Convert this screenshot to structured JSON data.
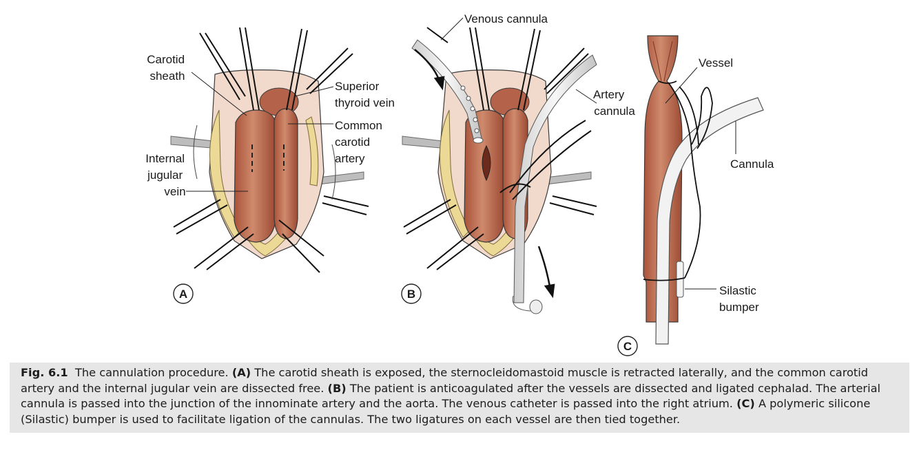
{
  "figure": {
    "panels": [
      "A",
      "B",
      "C"
    ],
    "labels": {
      "carotid_sheath": [
        "Carotid",
        "sheath"
      ],
      "superior_thyroid_vein": [
        "Superior",
        "thyroid vein"
      ],
      "common_carotid_artery": [
        "Common",
        "carotid",
        "artery"
      ],
      "internal_jugular_vein": [
        "Internal",
        "jugular",
        "vein"
      ],
      "venous_cannula": "Venous cannula",
      "artery_cannula": [
        "Artery",
        "cannula"
      ],
      "vessel": "Vessel",
      "cannula": "Cannula",
      "silastic_bumper": [
        "Silastic",
        "bumper"
      ]
    }
  },
  "caption": {
    "fig_label": "Fig. 6.1",
    "title": "The cannulation procedure.",
    "a_label": "(A)",
    "a_text": "The carotid sheath is exposed, the sternocleidomastoid muscle is retracted laterally, and the common carotid artery and the internal jugular vein are dissected free.",
    "b_label": "(B)",
    "b_text": "The patient is anticoagulated after the vessels are dissected and ligated cephalad. The arterial cannula is passed into the junction of the innominate artery and the aorta. The venous catheter is passed into the right atrium.",
    "c_label": "(C)",
    "c_text": "A polymeric silicone (Silastic) bumper is used to facilitate ligation of the cannulas. The two ligatures on each vessel are then tied together."
  }
}
